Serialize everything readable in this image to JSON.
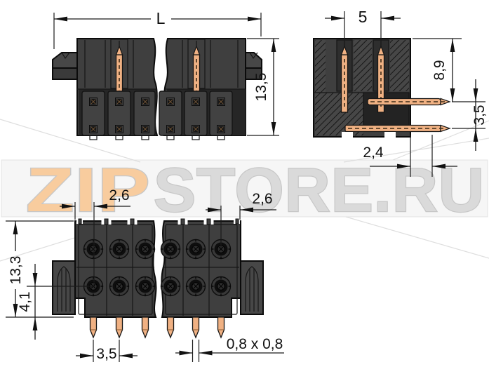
{
  "watermark": {
    "zip": "ZIP",
    "store": "STORE.RU",
    "zip_color": "#f8cc9e",
    "store_color": "#dadada",
    "band_color": "#f6f6f6"
  },
  "dims": {
    "total_length": "L",
    "housing_height": "13,5",
    "row_spacing": "5",
    "pin_protrusion": "8,9",
    "row_offset": "3,5",
    "tip_offset": "2,4",
    "edge_to_pin_left": "2,6",
    "edge_to_pin_right": "2,6",
    "front_height": "13,3",
    "base_height": "4,1",
    "pin_pitch": "3,5",
    "pin_cross_section": "0,8 x 0,8"
  },
  "colors": {
    "body": "#3f3f3f",
    "body_dark": "#262626",
    "pin": "#f0b183",
    "outline": "#0b0b0b"
  }
}
